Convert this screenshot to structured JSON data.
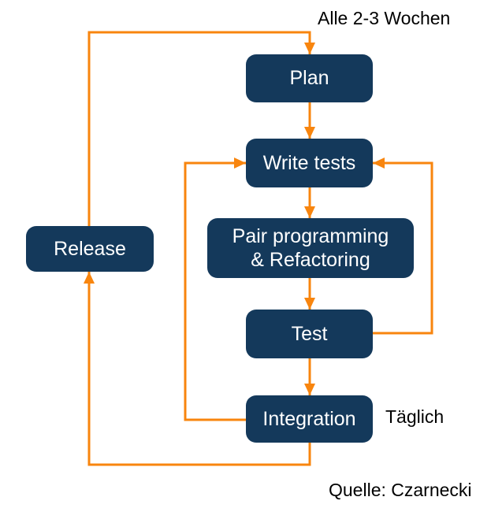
{
  "diagram": {
    "nodes": {
      "plan": {
        "label": "Plan"
      },
      "write_tests": {
        "label": "Write tests"
      },
      "pair_programming": {
        "label": "Pair programming & Refactoring",
        "line1": "Pair programming",
        "line2": "& Refactoring"
      },
      "test": {
        "label": "Test"
      },
      "integration": {
        "label": "Integration"
      },
      "release": {
        "label": "Release"
      }
    },
    "annotations": {
      "cycle_label": "Alle 2-3 Wochen",
      "daily_label": "Täglich",
      "source_label": "Quelle: Czarnecki"
    },
    "flow": [
      {
        "from": "Plan",
        "to": "Write tests"
      },
      {
        "from": "Write tests",
        "to": "Pair programming & Refactoring"
      },
      {
        "from": "Pair programming & Refactoring",
        "to": "Test"
      },
      {
        "from": "Test",
        "to": "Write tests"
      },
      {
        "from": "Test",
        "to": "Integration"
      },
      {
        "from": "Integration",
        "to": "Write tests"
      },
      {
        "from": "Integration",
        "to": "Release"
      },
      {
        "from": "Release",
        "to": "Plan"
      }
    ],
    "colors": {
      "node_fill": "#14395B",
      "node_text": "#FFFFFF",
      "arrow": "#F8850E",
      "label_text": "#000000",
      "background": "#FFFFFF"
    }
  }
}
